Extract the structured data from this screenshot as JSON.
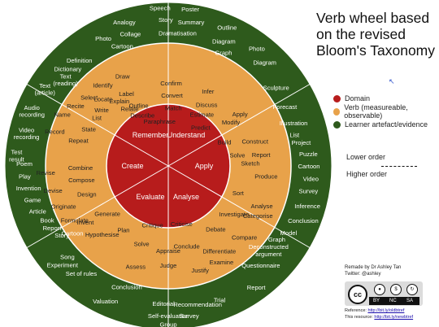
{
  "title": "Verb wheel based on the revised Bloom's Taxonomy",
  "legend": [
    {
      "label": "Domain",
      "color": "#b71c1c"
    },
    {
      "label": "Verb (measureable, observable)",
      "color": "#e8a24a"
    },
    {
      "label": "Learner artefact/evidence",
      "color": "#2e5a1c"
    }
  ],
  "order": {
    "lower": "Lower order",
    "higher": "Higher order"
  },
  "credits": {
    "remade": "Remade by Dr Ashley Tan",
    "twitter": "Twitter: @ashley"
  },
  "license": {
    "cc": "cc",
    "by": "BY",
    "nc": "NC",
    "sa": "SA"
  },
  "refs": {
    "ref_label": "Reference:",
    "ref_link": "http://bit.ly/oldbtref",
    "res_label": "This resource:",
    "res_link": "http://bit.ly/newbtref"
  },
  "colors": {
    "domain": "#b71c1c",
    "verb": "#e8a24a",
    "artefact": "#2e5a1c",
    "ring_line": "#ffffff"
  },
  "domains": [
    "Understand",
    "Apply",
    "Analyse",
    "Evaluate",
    "Create",
    "Remember"
  ],
  "verbs": [
    {
      "text": "Explain",
      "a": 323,
      "r": 100
    },
    {
      "text": "Confirm",
      "a": 2,
      "r": 102
    },
    {
      "text": "Infer",
      "a": 28,
      "r": 104
    },
    {
      "text": "Relate",
      "a": 326,
      "r": 85
    },
    {
      "text": "Convert",
      "a": 3,
      "r": 87
    },
    {
      "text": "Discuss",
      "a": 32,
      "r": 89
    },
    {
      "text": "Describe",
      "a": 333,
      "r": 70
    },
    {
      "text": "Match",
      "a": 5,
      "r": 72
    },
    {
      "text": "Estimate",
      "a": 33,
      "r": 76
    },
    {
      "text": "Paraphrase",
      "a": 349,
      "r": 56
    },
    {
      "text": "Predict",
      "a": 40,
      "r": 62
    },
    {
      "text": "Apply",
      "a": 54,
      "r": 109
    },
    {
      "text": "Modify",
      "a": 55,
      "r": 94
    },
    {
      "text": "Build",
      "a": 67,
      "r": 75
    },
    {
      "text": "Construct",
      "a": 74,
      "r": 111
    },
    {
      "text": "Solve",
      "a": 81,
      "r": 86
    },
    {
      "text": "Report",
      "a": 83,
      "r": 115
    },
    {
      "text": "Sketch",
      "a": 88,
      "r": 101
    },
    {
      "text": "Produce",
      "a": 96,
      "r": 121
    },
    {
      "text": "Analyse",
      "a": 113,
      "r": 125
    },
    {
      "text": "Sort",
      "a": 111,
      "r": 92
    },
    {
      "text": "Categorise",
      "a": 119,
      "r": 126
    },
    {
      "text": "Investigate",
      "a": 126,
      "r": 100
    },
    {
      "text": "Compare",
      "a": 133,
      "r": 128
    },
    {
      "text": "Debate",
      "a": 143,
      "r": 97
    },
    {
      "text": "Differentiate",
      "a": 149,
      "r": 122
    },
    {
      "text": "Examine",
      "a": 151,
      "r": 135
    },
    {
      "text": "Criticise",
      "a": 167,
      "r": 73
    },
    {
      "text": "Conclude",
      "a": 167,
      "r": 101
    },
    {
      "text": "Appraise",
      "a": 180,
      "r": 104
    },
    {
      "text": "Justify",
      "a": 163,
      "r": 134
    },
    {
      "text": "Judge",
      "a": 180,
      "r": 122
    },
    {
      "text": "Critique",
      "a": 195,
      "r": 75
    },
    {
      "text": "Solve",
      "a": 199,
      "r": 101
    },
    {
      "text": "Assess",
      "a": 198,
      "r": 130
    },
    {
      "text": "Hypothesise",
      "a": 224,
      "r": 117
    },
    {
      "text": "Plan",
      "a": 215,
      "r": 96
    },
    {
      "text": "Invent",
      "a": 236,
      "r": 123
    },
    {
      "text": "Formulate",
      "a": 240,
      "r": 133
    },
    {
      "text": "Generate",
      "a": 232,
      "r": 95
    },
    {
      "text": "Originate",
      "a": 249,
      "r": 138
    },
    {
      "text": "Design",
      "a": 251,
      "r": 106
    },
    {
      "text": "Devise",
      "a": 258,
      "r": 145
    },
    {
      "text": "Compose",
      "a": 261,
      "r": 108
    },
    {
      "text": "Revise",
      "a": 267,
      "r": 151
    },
    {
      "text": "Combine",
      "a": 269,
      "r": 108
    },
    {
      "text": "Record",
      "a": 287,
      "r": 146
    },
    {
      "text": "Repeat",
      "a": 286,
      "r": 115
    },
    {
      "text": "Name",
      "a": 296,
      "r": 145
    },
    {
      "text": "State",
      "a": 295,
      "r": 108
    },
    {
      "text": "Recite",
      "a": 303,
      "r": 136
    },
    {
      "text": "List",
      "a": 304,
      "r": 106
    },
    {
      "text": "Select",
      "a": 311,
      "r": 129
    },
    {
      "text": "Write",
      "a": 310,
      "r": 107
    },
    {
      "text": "Locate",
      "a": 316,
      "r": 115
    },
    {
      "text": "Outline",
      "a": 334,
      "r": 83
    },
    {
      "text": "Identify",
      "a": 321,
      "r": 128
    },
    {
      "text": "Label",
      "a": 330,
      "r": 103
    },
    {
      "text": "Draw",
      "a": 333,
      "r": 124
    }
  ],
  "artefacts": [
    {
      "text": "Speech",
      "a": 357,
      "r": 195
    },
    {
      "text": "Poster",
      "a": 8,
      "r": 195
    },
    {
      "text": "Analogy",
      "a": 343,
      "r": 185
    },
    {
      "text": "Story",
      "a": 359,
      "r": 180
    },
    {
      "text": "Summary",
      "a": 9,
      "r": 179
    },
    {
      "text": "Outline",
      "a": 23,
      "r": 185
    },
    {
      "text": "Photo",
      "a": 333,
      "r": 176
    },
    {
      "text": "Collage",
      "a": 344,
      "r": 169
    },
    {
      "text": "Dramatisation",
      "a": 4,
      "r": 164
    },
    {
      "text": "Diagram",
      "a": 24,
      "r": 168
    },
    {
      "text": "Cartoon",
      "a": 339,
      "r": 158
    },
    {
      "text": "Graph",
      "a": 26,
      "r": 155
    },
    {
      "text": "Photo",
      "a": 37,
      "r": 181
    },
    {
      "text": "Diagram",
      "a": 43,
      "r": 174
    },
    {
      "text": "Sculpture",
      "a": 54,
      "r": 164
    },
    {
      "text": "Forecast",
      "a": 63,
      "r": 161
    },
    {
      "text": "Illustration",
      "a": 71,
      "r": 163
    },
    {
      "text": "List",
      "a": 76,
      "r": 160
    },
    {
      "text": "Project",
      "a": 80,
      "r": 166
    },
    {
      "text": "Puzzle",
      "a": 85,
      "r": 173
    },
    {
      "text": "Cartoon",
      "a": 90,
      "r": 173
    },
    {
      "text": "Video",
      "a": 95,
      "r": 176
    },
    {
      "text": "Survey",
      "a": 100,
      "r": 175
    },
    {
      "text": "Inference",
      "a": 106,
      "r": 178
    },
    {
      "text": "Conclusion",
      "a": 112,
      "r": 179
    },
    {
      "text": "Model",
      "a": 119,
      "r": 169
    },
    {
      "text": "Graph",
      "a": 124,
      "r": 161
    },
    {
      "text": "Deconstructed argument",
      "a": 130,
      "r": 161
    },
    {
      "text": "Questionnaire",
      "a": 137,
      "r": 167
    },
    {
      "text": "Report",
      "a": 144,
      "r": 184
    },
    {
      "text": "Trial",
      "a": 159,
      "r": 176
    },
    {
      "text": "Recommendation",
      "a": 168,
      "r": 174
    },
    {
      "text": "Survey",
      "a": 172,
      "r": 186
    },
    {
      "text": "Editorial",
      "a": 182,
      "r": 169
    },
    {
      "text": "Self-evaluation",
      "a": 180,
      "r": 184
    },
    {
      "text": "Group discussion",
      "a": 180,
      "r": 199
    },
    {
      "text": "Conclusion",
      "a": 199,
      "r": 157
    },
    {
      "text": "Valuation",
      "a": 205,
      "r": 183
    },
    {
      "text": "Set of rules",
      "a": 219,
      "r": 170
    },
    {
      "text": "Experiment",
      "a": 227,
      "r": 178
    },
    {
      "text": "Song",
      "a": 228,
      "r": 167
    },
    {
      "text": "Story",
      "a": 237,
      "r": 156
    },
    {
      "text": "Cartoon",
      "a": 235,
      "r": 144
    },
    {
      "text": "Report",
      "a": 242,
      "r": 162
    },
    {
      "text": "Book",
      "a": 246,
      "r": 163
    },
    {
      "text": "Article",
      "a": 251,
      "r": 170
    },
    {
      "text": "Game",
      "a": 256,
      "r": 172
    },
    {
      "text": "Invention",
      "a": 261,
      "r": 174
    },
    {
      "text": "Play",
      "a": 266,
      "r": 177
    },
    {
      "text": "Poem",
      "a": 271,
      "r": 177
    },
    {
      "text": "Test result",
      "a": 274,
      "r": 187
    },
    {
      "text": "Video recording",
      "a": 283,
      "r": 179
    },
    {
      "text": "Audio recording",
      "a": 292,
      "r": 181
    },
    {
      "text": "Text (article)",
      "a": 302,
      "r": 179
    },
    {
      "text": "Text (reading)",
      "a": 310,
      "r": 165
    },
    {
      "text": "Dictionary",
      "a": 314,
      "r": 172
    },
    {
      "text": "Definition",
      "a": 320,
      "r": 170
    }
  ]
}
